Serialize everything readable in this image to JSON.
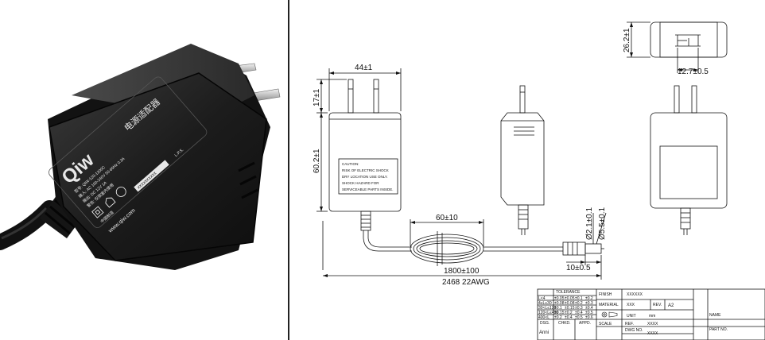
{
  "photo": {
    "brand": "Qiw",
    "cn_title": "电源适配器",
    "model": "型号: QIW-120-1200C",
    "input": "输入: AC 100-240V 50-60Hz 0.3A",
    "output": "输出: DC 12V 1A",
    "warning": "警告: 仅限室内使用",
    "origin": "中国制造",
    "serial": "XXXXXXXXXX",
    "website": "www.qiw.com",
    "lps": "L.P.S."
  },
  "drawing": {
    "dims": {
      "width": "44±1",
      "pin_length": "17±1",
      "height": "60.2±1",
      "depth": "26.2±1",
      "pin_spacing": "12.7±0.5",
      "coil_length": "60±10",
      "inner_dia": "Ø2.1±0.1",
      "outer_dia": "Ø5.5±0.1",
      "plug_length": "10±0.5",
      "cable_length": "1800±100",
      "cable_spec": "2468  22AWG"
    },
    "caution": [
      "CAUTION:",
      "RISK OF ELECTRIC SHOCK",
      "DRY LOCATION USE ONLY.",
      "SHOCK HAZARD FOR",
      "SERVICEABLE PARTS INSIDE."
    ]
  },
  "title_block": {
    "tolerance_label": "TOLERANCE",
    "tol_rows": [
      [
        "L<4",
        "±0.05",
        "±0.05",
        "±0.1",
        "±0.2"
      ],
      [
        "4≤L≤30",
        "±0.08",
        "±0.08",
        "±0.2",
        "±0.3"
      ],
      [
        "30<L≤120",
        "±0.1",
        "±0.15",
        "±0.3",
        "±0.4"
      ],
      [
        "120<L≤400",
        "±0.15",
        "±0.2",
        "±0.4",
        "±0.5"
      ],
      [
        "400<L",
        "±0.2",
        "±0.4",
        "±0.5",
        "±0.6"
      ]
    ],
    "dsg": "DSG.",
    "chkd": "CHKD.",
    "appd": "APPD.",
    "designer": "Anni",
    "finish_label": "FINISH",
    "finish_value": "XXXXXX",
    "material_label": "MATERIAL",
    "material_value": "XXX",
    "rev_label": "REV.",
    "rev_value": "A2",
    "unit_label": "UNIT",
    "unit_value": "mm",
    "scale_label": "SCALE",
    "ref_label": "REF.",
    "ref_value": "XXXX",
    "dwg_label": "DWG NO.",
    "dwg_value": "XXXX",
    "name_label": "NAME",
    "part_label": "PART NO."
  }
}
